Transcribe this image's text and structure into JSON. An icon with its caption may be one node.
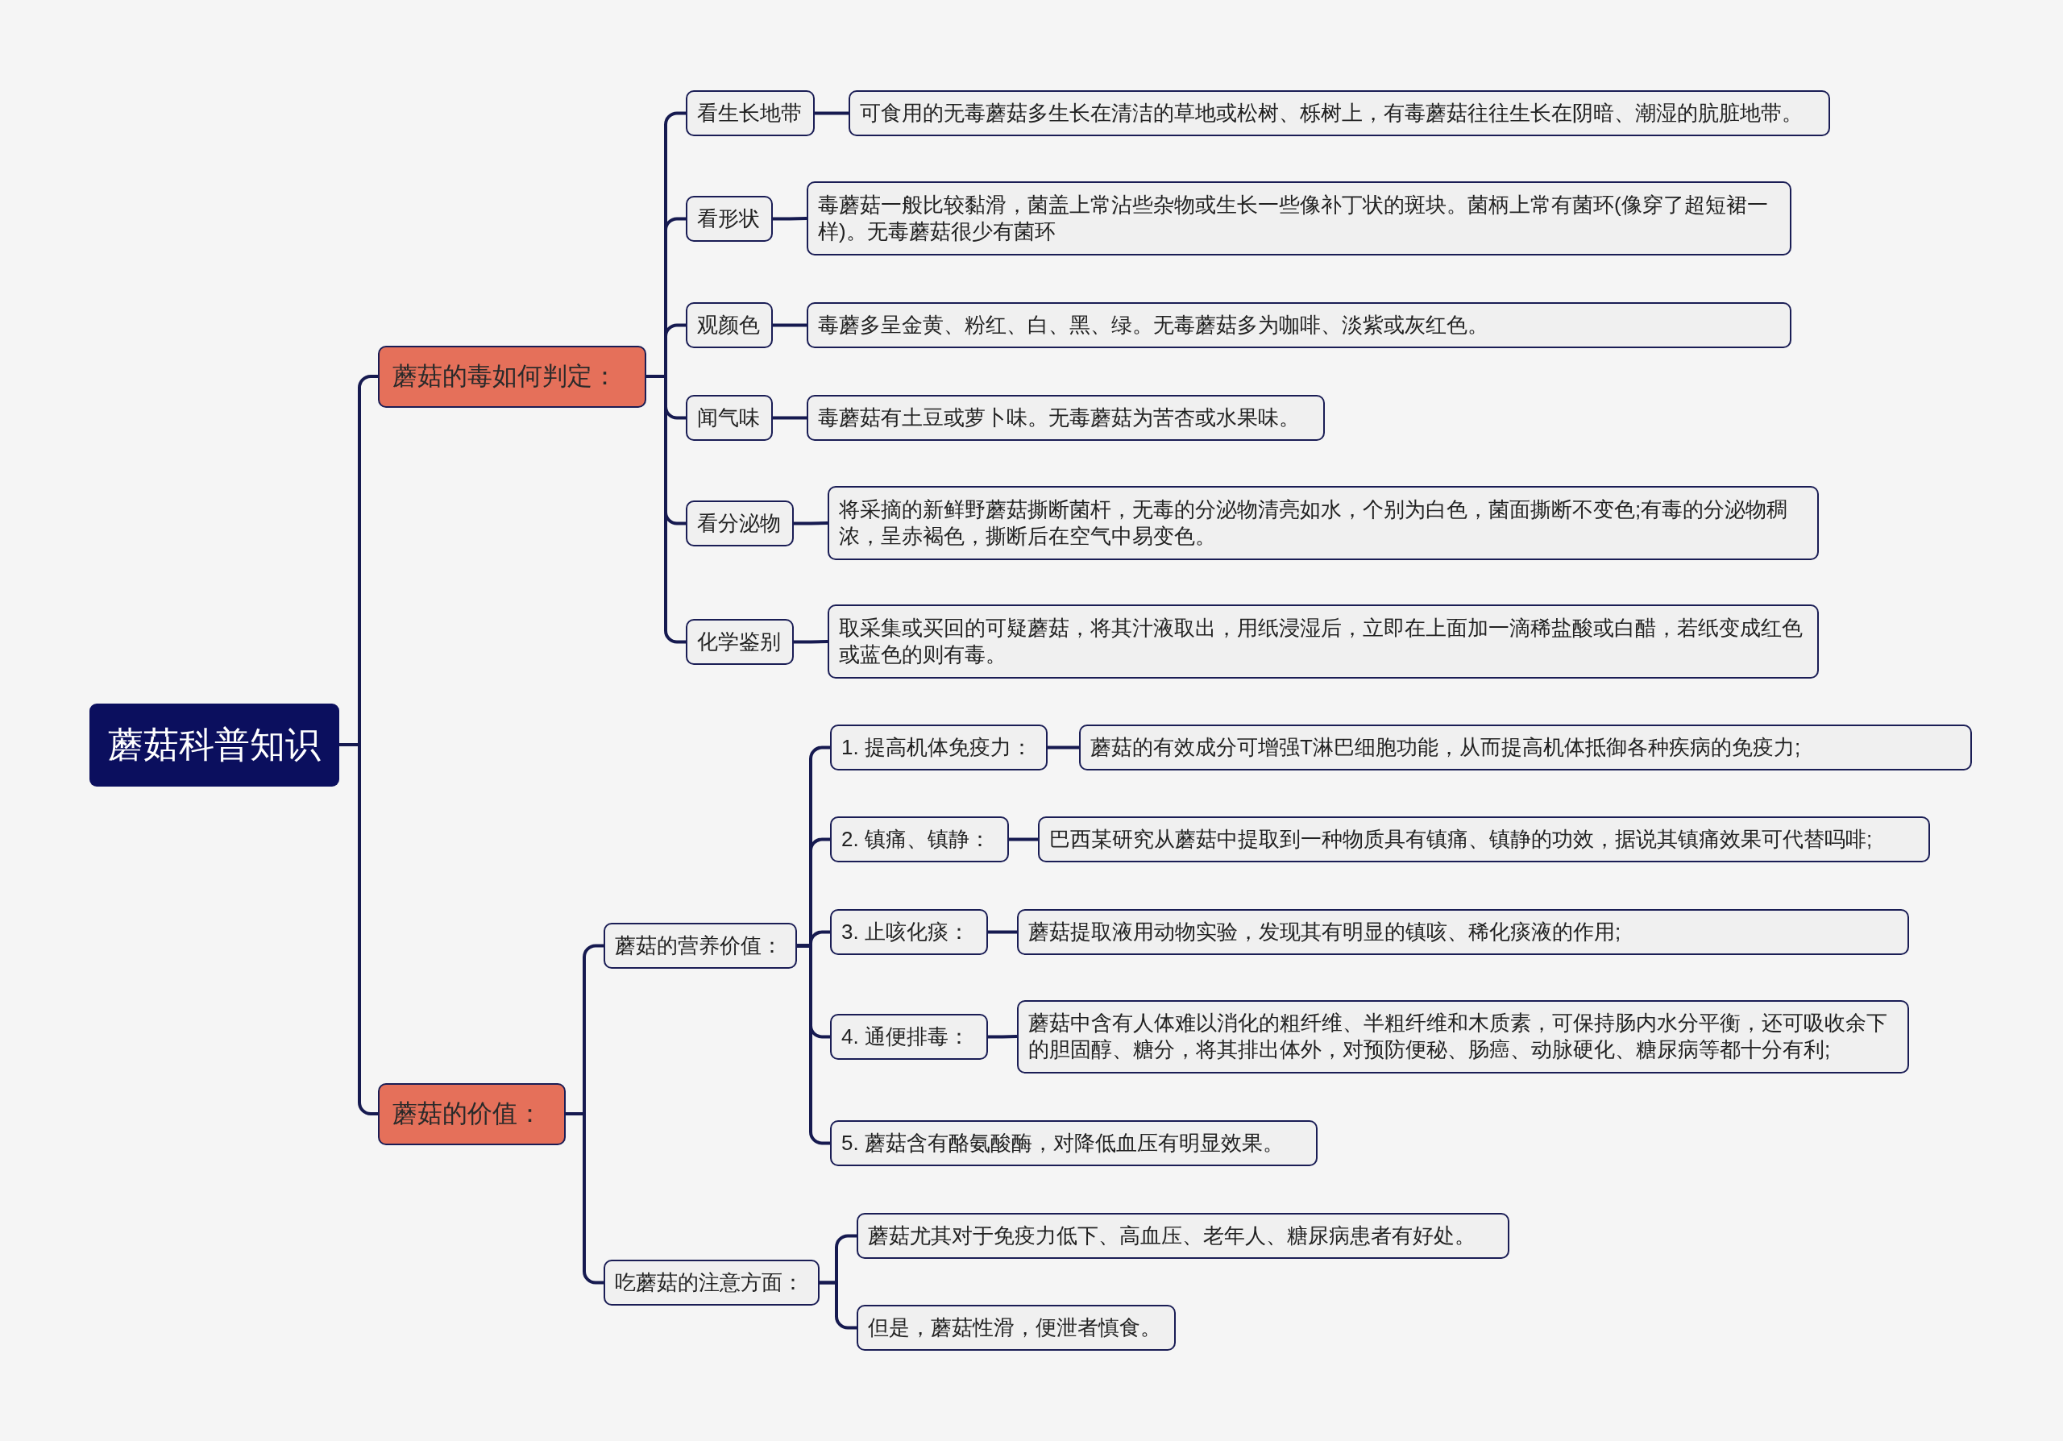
{
  "diagram": {
    "nodes": [
      {
        "text": [
          "蘑菇科普知识"
        ]
      },
      {
        "text": [
          "蘑菇的毒如何判定："
        ]
      },
      {
        "text": [
          "看生长地带"
        ]
      },
      {
        "text": [
          "可食用的无毒蘑菇多生长在清洁的草地或松树、栎树上，有毒蘑菇往往生长在阴暗、潮湿的肮脏地带。"
        ]
      },
      {
        "text": [
          "看形状"
        ]
      },
      {
        "text": [
          "毒蘑菇一般比较黏滑，菌盖上常沾些杂物或生长一些像补丁状的斑块。菌柄上常有菌环(像穿了超短裙一样)。无毒蘑菇很少有菌环"
        ]
      },
      {
        "text": [
          "观颜色"
        ]
      },
      {
        "text": [
          "毒蘑多呈金黄、粉红、白、黑、绿。无毒蘑菇多为咖啡、淡紫或灰红色。"
        ]
      },
      {
        "text": [
          "闻气味"
        ]
      },
      {
        "text": [
          "毒蘑菇有土豆或萝卜味。无毒蘑菇为苦杏或水果味。"
        ]
      },
      {
        "text": [
          "看分泌物"
        ]
      },
      {
        "text": [
          "将采摘的新鲜野蘑菇撕断菌杆，无毒的分泌物清亮如水，个别为白色，菌面撕断不变色;有毒的分泌物稠浓，呈赤褐色，撕断后在空气中易变色。"
        ]
      },
      {
        "text": [
          "化学鉴别"
        ]
      },
      {
        "text": [
          "取采集或买回的可疑蘑菇，将其汁液取出，用纸浸湿后，立即在上面加一滴稀盐酸或白醋，若纸变成红色或蓝色的则有毒。"
        ]
      },
      {
        "text": [
          "蘑菇的价值："
        ]
      },
      {
        "text": [
          "蘑菇的营养价值："
        ]
      },
      {
        "text": [
          "1. 提高机体免疫力："
        ]
      },
      {
        "text": [
          "蘑菇的有效成分可增强T淋巴细胞功能，从而提高机体抵御各种疾病的免疫力;"
        ]
      },
      {
        "text": [
          "2. 镇痛、镇静："
        ]
      },
      {
        "text": [
          "巴西某研究从蘑菇中提取到一种物质具有镇痛、镇静的功效，据说其镇痛效果可代替吗啡;"
        ]
      },
      {
        "text": [
          "3. 止咳化痰："
        ]
      },
      {
        "text": [
          "蘑菇提取液用动物实验，发现其有明显的镇咳、稀化痰液的作用;"
        ]
      },
      {
        "text": [
          "4. 通便排毒："
        ]
      },
      {
        "text": [
          "蘑菇中含有人体难以消化的粗纤维、半粗纤维和木质素，可保持肠内水分平衡，还可吸收余下的胆固醇、糖分，将其排出体外，对预防便秘、肠癌、动脉硬化、糖尿病等都十分有利;"
        ]
      },
      {
        "text": [
          "5. 蘑菇含有酪氨酸酶，对降低血压有明显效果。"
        ]
      },
      {
        "text": [
          "吃蘑菇的注意方面："
        ]
      },
      {
        "text": [
          "蘑菇尤其对于免疫力低下、高血压、老年人、糖尿病患者有好处。"
        ]
      },
      {
        "text": [
          "但是，蘑菇性滑，便泄者慎食。"
        ]
      }
    ],
    "edges": [
      {
        "from": 0,
        "to": 1,
        "arrow": "none"
      },
      {
        "from": 0,
        "to": 14,
        "arrow": "none"
      },
      {
        "from": 1,
        "to": 2,
        "arrow": "none"
      },
      {
        "from": 1,
        "to": 4,
        "arrow": "none"
      },
      {
        "from": 1,
        "to": 6,
        "arrow": "none"
      },
      {
        "from": 1,
        "to": 8,
        "arrow": "none"
      },
      {
        "from": 1,
        "to": 10,
        "arrow": "none"
      },
      {
        "from": 1,
        "to": 12,
        "arrow": "none"
      },
      {
        "from": 2,
        "to": 3,
        "arrow": "none"
      },
      {
        "from": 4,
        "to": 5,
        "arrow": "none"
      },
      {
        "from": 6,
        "to": 7,
        "arrow": "none"
      },
      {
        "from": 8,
        "to": 9,
        "arrow": "none"
      },
      {
        "from": 10,
        "to": 11,
        "arrow": "none"
      },
      {
        "from": 12,
        "to": 13,
        "arrow": "none"
      },
      {
        "from": 14,
        "to": 15,
        "arrow": "none"
      },
      {
        "from": 14,
        "to": 25,
        "arrow": "none"
      },
      {
        "from": 15,
        "to": 16,
        "arrow": "none"
      },
      {
        "from": 15,
        "to": 18,
        "arrow": "none"
      },
      {
        "from": 15,
        "to": 20,
        "arrow": "none"
      },
      {
        "from": 15,
        "to": 22,
        "arrow": "none"
      },
      {
        "from": 15,
        "to": 24,
        "arrow": "none"
      },
      {
        "from": 16,
        "to": 17,
        "arrow": "none"
      },
      {
        "from": 18,
        "to": 19,
        "arrow": "none"
      },
      {
        "from": 20,
        "to": 21,
        "arrow": "none"
      },
      {
        "from": 22,
        "to": 23,
        "arrow": "none"
      },
      {
        "from": 25,
        "to": 26,
        "arrow": "none"
      },
      {
        "from": 25,
        "to": 27,
        "arrow": "none"
      }
    ]
  }
}
